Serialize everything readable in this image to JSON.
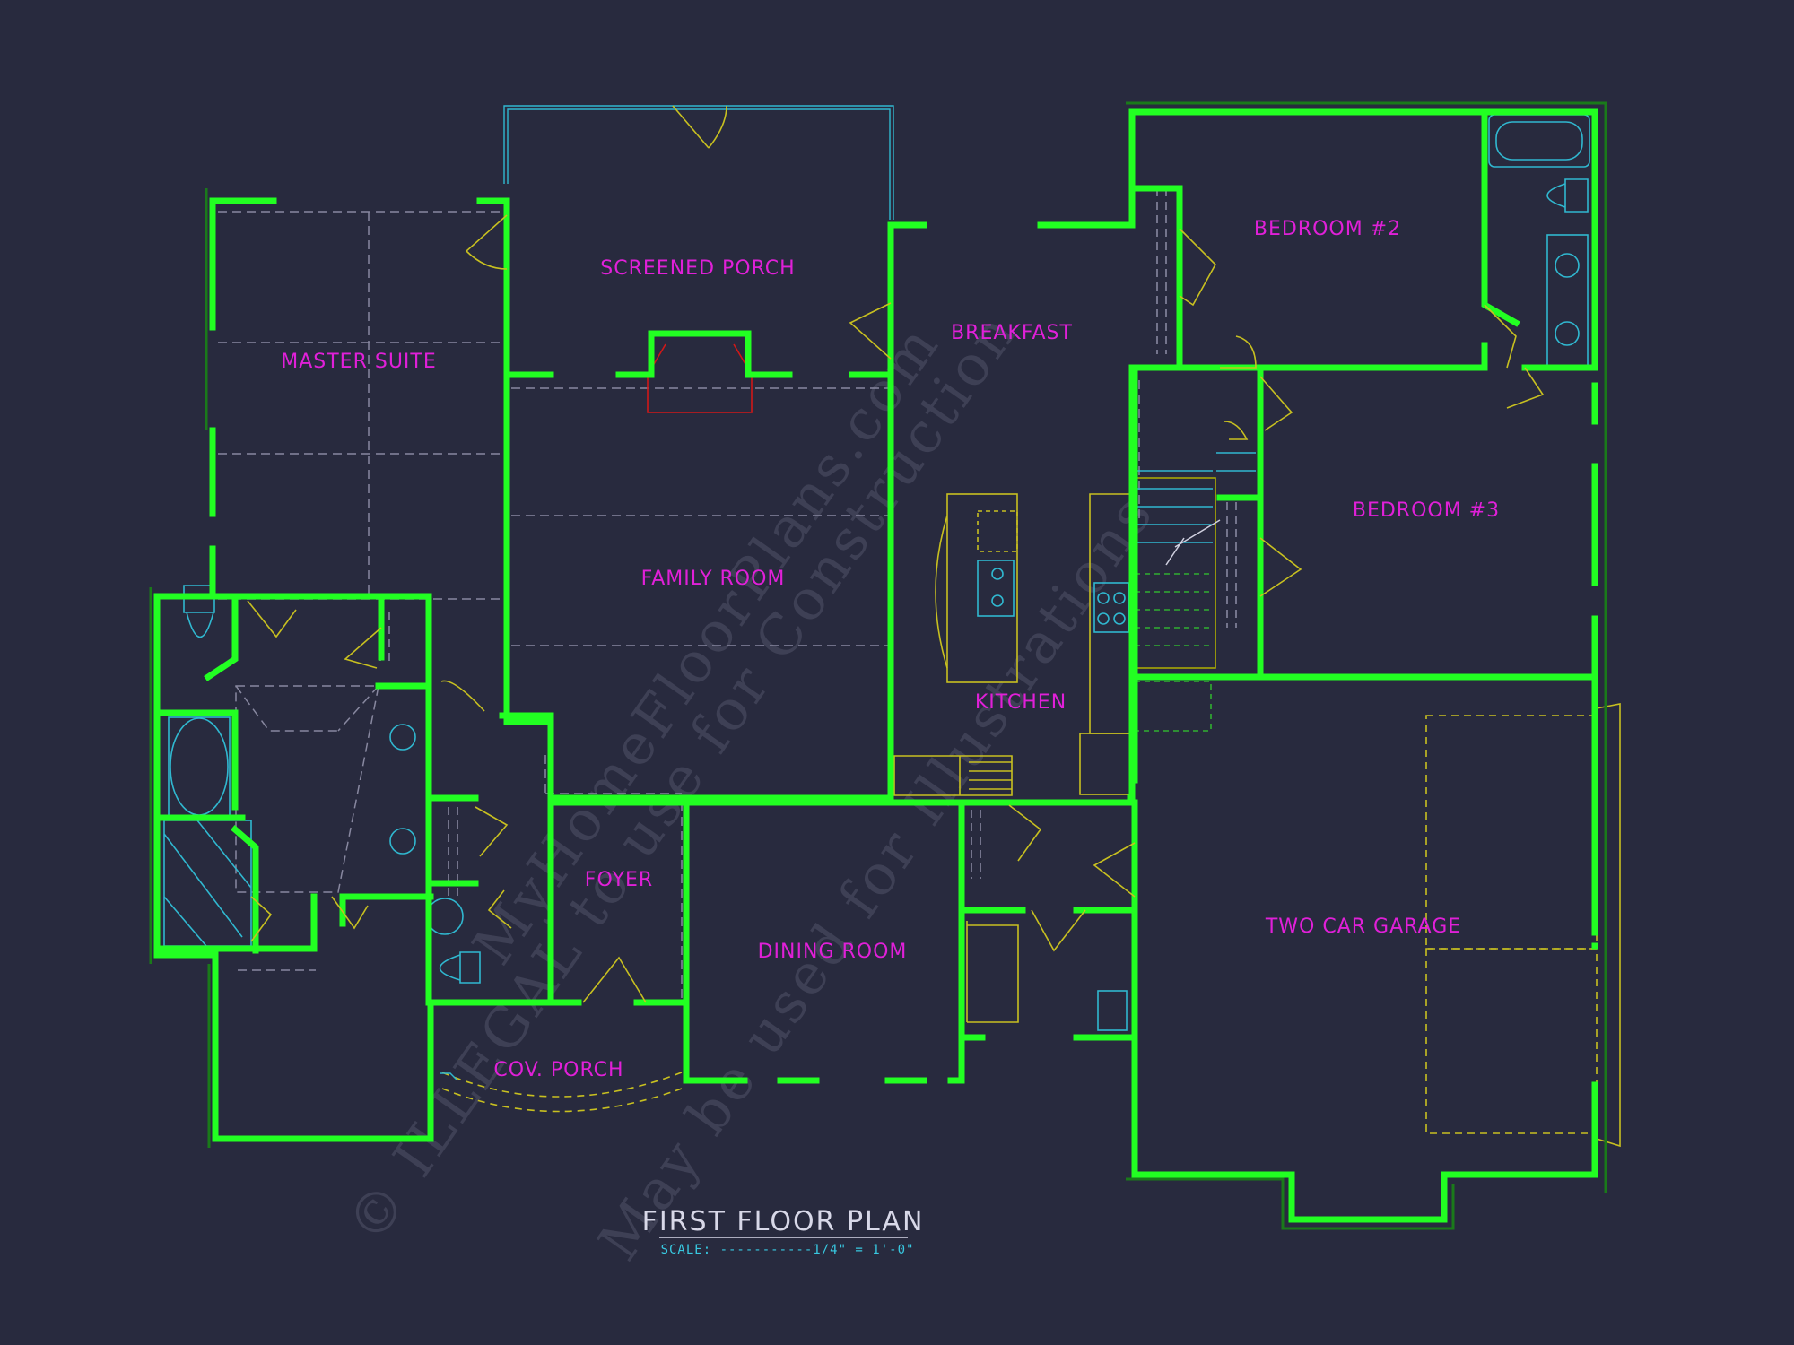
{
  "plan": {
    "title": "FIRST FLOOR PLAN",
    "scale": "SCALE: -----------1/4\" = 1'-0\""
  },
  "rooms": {
    "screened_porch": "SCREENED PORCH",
    "master_suite": "MASTER SUITE",
    "breakfast": "BREAKFAST",
    "family_room": "FAMILY ROOM",
    "kitchen": "KITCHEN",
    "bedroom_2": "BEDROOM #2",
    "bedroom_3": "BEDROOM #3",
    "foyer": "FOYER",
    "dining_room": "DINING ROOM",
    "two_car_garage": "TWO CAR GARAGE",
    "cov_porch": "COV. PORCH"
  },
  "watermark": {
    "line1": "© ILLEGAL to use for Construction",
    "line2": "MyHomeFloorPlans.com",
    "line3": "May be used for Illustrations"
  },
  "colors": {
    "background": "#282a3e",
    "walls": "#22ff22",
    "room_labels": "#e020d8",
    "fixtures": "#30b8d0",
    "cabinets": "#c8c020",
    "hidden_lines": "#8888a0",
    "fireplace": "#d01818"
  }
}
